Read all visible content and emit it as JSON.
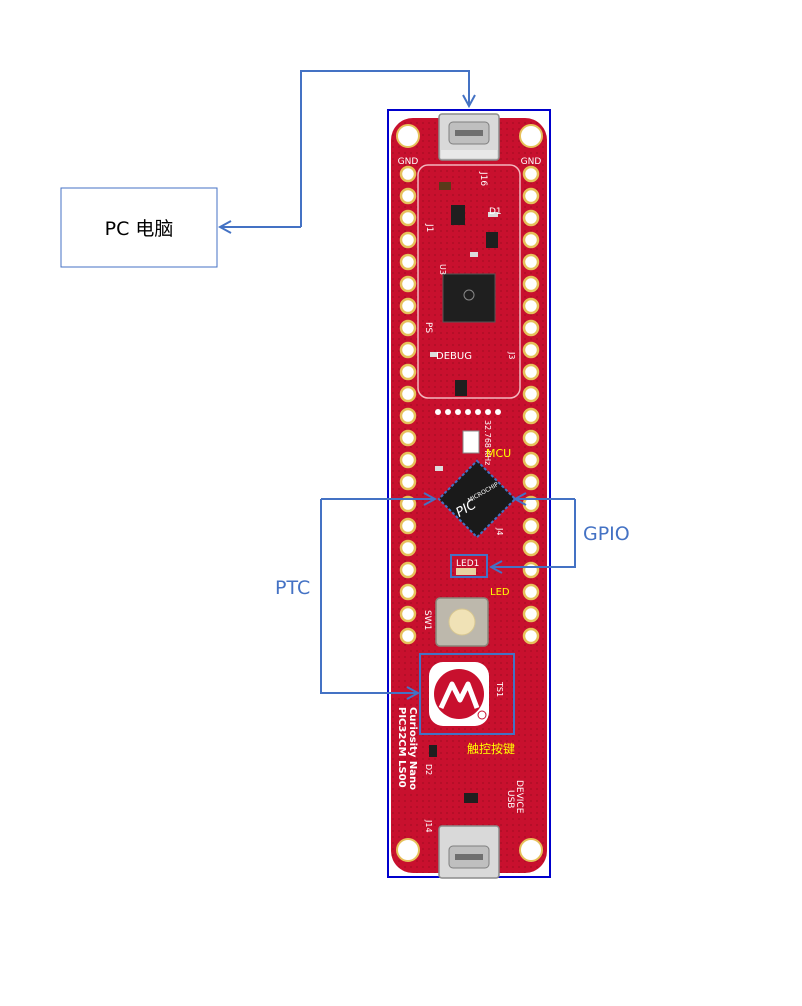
{
  "pc_box": {
    "label": "PC 电脑"
  },
  "labels": {
    "gpio": "GPIO",
    "ptc": "PTC"
  },
  "board_annotations": {
    "mcu": "MCU",
    "led": "LED",
    "touch_button": "触控按键"
  },
  "silkscreen": {
    "gnd_left": "GND",
    "gnd_right": "GND",
    "j16": "J16",
    "d1": "D1",
    "j1": "J1",
    "u3": "U3",
    "ps": "PS",
    "debug": "DEBUG",
    "j3": "J3",
    "crystal": "32.768 kHz",
    "j4": "J4",
    "led1": "LED1",
    "sw1": "SW1",
    "ts1": "TS1",
    "board_name_1": "PIC32CM LS00",
    "board_name_2": "Curiosity Nano",
    "d2": "D2",
    "device_usb_1": "DEVICE",
    "device_usb_2": "USB",
    "j14": "J14",
    "chip_brand": "MICROCHIP",
    "chip_name": "PIC"
  },
  "colors": {
    "connector": "#4472c4",
    "board_red": "#c8102e",
    "board_outline": "#0000cc",
    "annotation": "#ffff00"
  }
}
